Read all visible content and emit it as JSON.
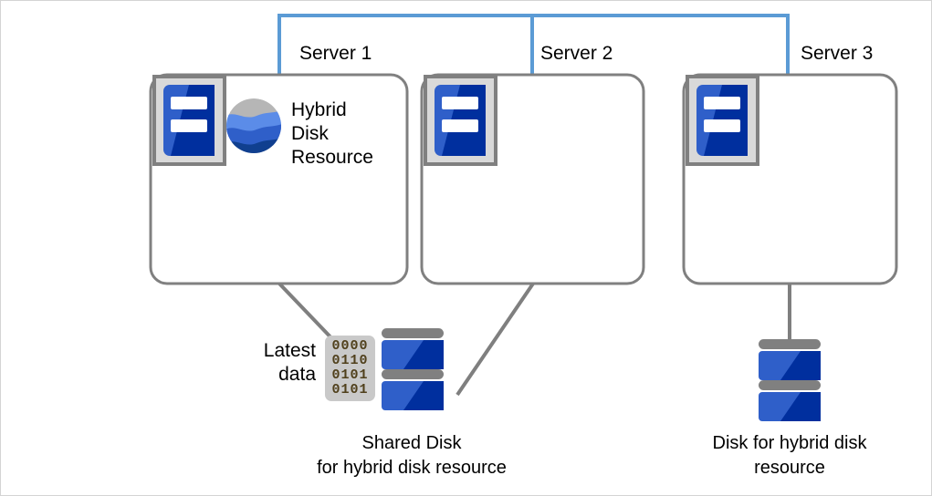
{
  "diagram": {
    "title_group": "Hybrid Disk Resource cluster overview",
    "colors": {
      "bracket_blue": "#5b9bd5",
      "box_outline_gray": "#808080",
      "connector_gray": "#7f7f7f",
      "disk_light_blue": "#2f5fc9",
      "disk_dark_blue": "#002f9e",
      "disk_band_gray": "#808080",
      "icon_frame_gray": "#808080",
      "icon_frame_fill": "#d9d9d9",
      "data_block_fill": "#c9c9c9",
      "bit_text": "#50401c",
      "page_border": "#d4d4d4"
    },
    "servers": [
      {
        "id": "server-1",
        "label": "Server 1"
      },
      {
        "id": "server-2",
        "label": "Server 2"
      },
      {
        "id": "server-3",
        "label": "Server 3"
      }
    ],
    "resource": {
      "label_lines": [
        "Hybrid",
        "Disk",
        "Resource"
      ],
      "label_full": "Hybrid Disk Resource",
      "icon": "globe-logo-icon"
    },
    "latest_data": {
      "label_lines": [
        "Latest",
        "data"
      ],
      "label_full": "Latest data",
      "bits": [
        "0000",
        "0110",
        "0101",
        "0101"
      ]
    },
    "disks": [
      {
        "id": "shared-disk",
        "caption_lines": [
          "Shared Disk",
          "for hybrid disk resource"
        ],
        "caption_full": "Shared Disk for hybrid disk resource"
      },
      {
        "id": "hybrid-disk",
        "caption_lines": [
          "Disk for hybrid disk",
          "resource"
        ],
        "caption_full": "Disk for hybrid disk resource"
      }
    ]
  }
}
